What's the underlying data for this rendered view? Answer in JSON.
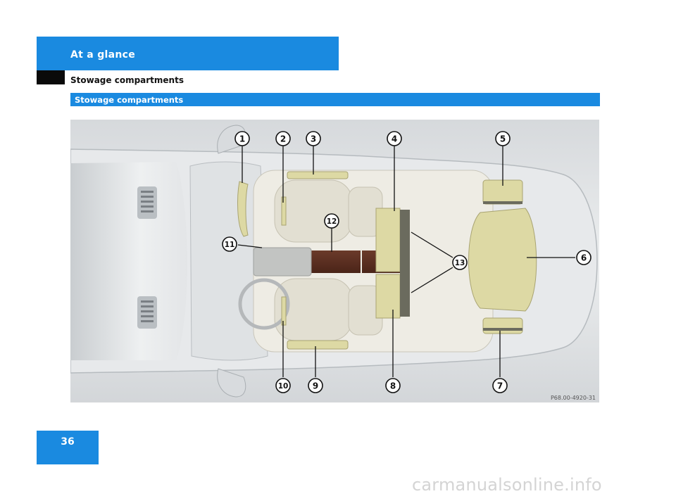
{
  "header": {
    "chapter_tab": "At a glance",
    "section_title": "Stowage compartments",
    "bar_title": "Stowage compartments"
  },
  "figure": {
    "callouts": [
      "1",
      "2",
      "3",
      "4",
      "5",
      "6",
      "7",
      "8",
      "9",
      "10",
      "11",
      "12",
      "13"
    ],
    "reference_code": "P68.00-4920-31"
  },
  "footer": {
    "page_number": "36",
    "watermark": "carmanualsonline.info"
  },
  "colors": {
    "brand_blue": "#1a8ae0",
    "stowage_highlight": "#ddd9a4",
    "black_block": "#0a0a0a"
  }
}
